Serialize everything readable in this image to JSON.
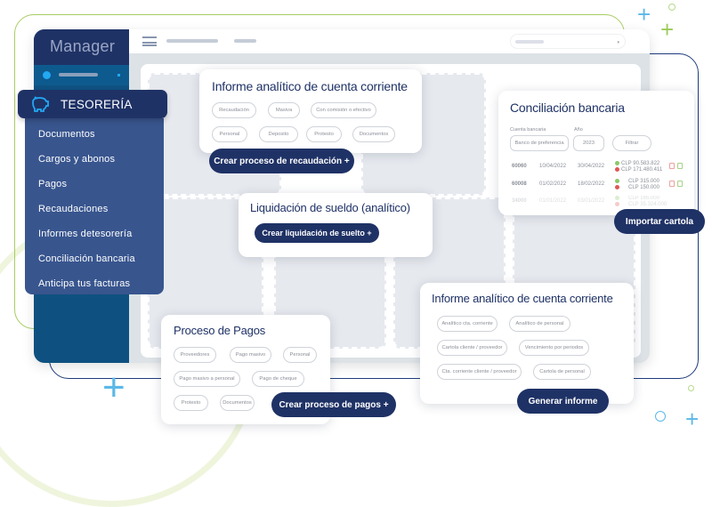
{
  "app": {
    "logo": "Manager"
  },
  "menu": {
    "header": "TESORERÍA",
    "icon": "piggy-bank-icon",
    "items": [
      {
        "label": "Documentos"
      },
      {
        "label": "Cargos y abonos"
      },
      {
        "label": "Pagos"
      },
      {
        "label": "Recaudaciones"
      },
      {
        "label": "Informes detesorería"
      },
      {
        "label": "Conciliación bancaria"
      },
      {
        "label": "Anticipa tus facturas"
      }
    ]
  },
  "card_recaudacion": {
    "title": "Informe analítico de cuenta corriente",
    "chips": [
      "Recaudación",
      "Masiva",
      "Con comisión o efectivo",
      "Personal",
      "Deposito",
      "Protesto",
      "Documentos"
    ],
    "button": "Crear proceso de recaudación +"
  },
  "card_liquidacion": {
    "title": "Liquidación de sueldo (analítico)",
    "button": "Crear liquidación de suelto +"
  },
  "card_conciliacion": {
    "title": "Conciliación bancaria",
    "account_label": "Cuenta bancaria",
    "account_value": "Banco de preferencia",
    "year_label": "Año",
    "year_value": "2023",
    "filter_button": "Filtrar",
    "rows": [
      {
        "id": "60060",
        "from": "10/04/2022",
        "to": "30/04/2022",
        "credit": "CLP 90.583.822",
        "debit": "CLP 171.480.411"
      },
      {
        "id": "60008",
        "from": "01/02/2022",
        "to": "18/02/2022",
        "credit": "CLP 315.000",
        "debit": "CLP 150.000"
      },
      {
        "id": "34000",
        "from": "01/01/2022",
        "to": "03/01/2022",
        "credit": "CLP 165.000",
        "debit": "CLP 35.324.000"
      }
    ],
    "button": "Importar cartola"
  },
  "card_pagos": {
    "title": "Proceso de Pagos",
    "chips": [
      "Proveedores",
      "Pago masivo",
      "Personal",
      "Pago masivo a personal",
      "Pago de cheque",
      "Protesto",
      "Documentos"
    ],
    "button": "Crear proceso de pagos +"
  },
  "card_informe": {
    "title": "Informe analítico de cuenta corriente",
    "chips": [
      "Analítico cta. corriente",
      "Analítico de personal",
      "Cartola cliente / proveedor",
      "Vencimiento por periodos",
      "Cta. corriente cliente / proveedor",
      "Cartola de personal"
    ],
    "button": "Generar informe"
  },
  "colors": {
    "navy": "#1f3266",
    "menu": "#38558e",
    "sidebar": "#0e5180",
    "green": "#a9cd63",
    "accent": "#23a8f2"
  }
}
